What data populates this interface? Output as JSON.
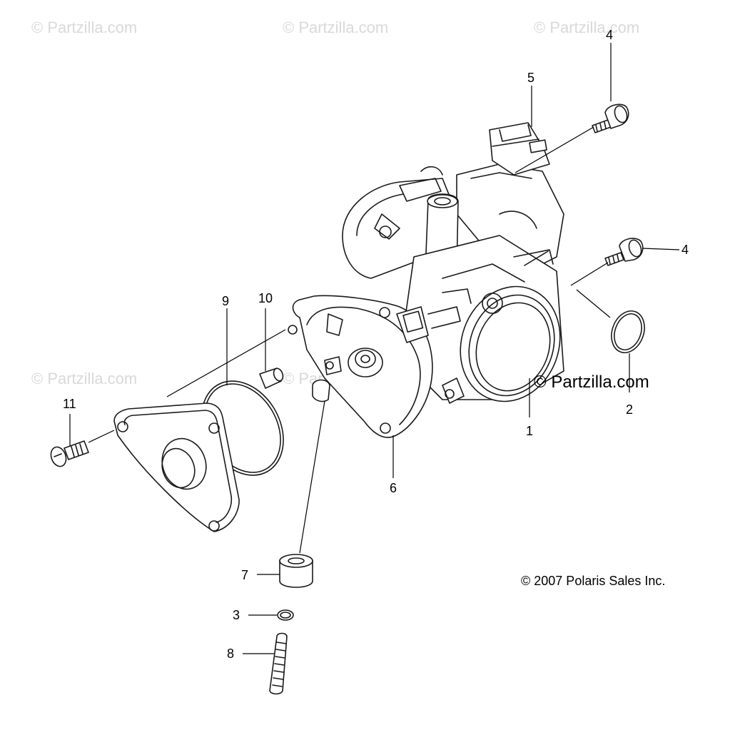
{
  "watermarks": {
    "text": "© Partzilla.com"
  },
  "brand_mark": "© Partzilla.com",
  "copyright": "© 2007 Polaris Sales Inc.",
  "callouts": {
    "c1": "1",
    "c2": "2",
    "c3": "3",
    "c4a": "4",
    "c4b": "4",
    "c5": "5",
    "c6": "6",
    "c7": "7",
    "c8": "8",
    "c9": "9",
    "c10": "10",
    "c11": "11"
  }
}
